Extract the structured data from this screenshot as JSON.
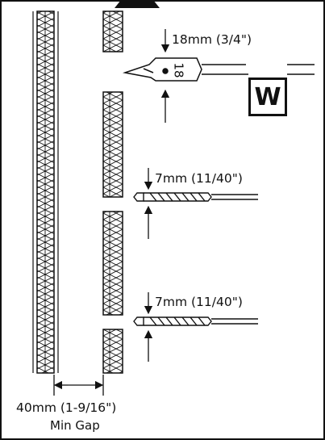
{
  "labels": {
    "spade_bit_size": "18mm (3/4\")",
    "spade_bit_stamp": "18",
    "masonry_bit_1_size": "7mm (11/40\")",
    "masonry_bit_2_size": "7mm (11/40\")",
    "gap_size": "40mm (1-9/16\")",
    "gap_caption": "Min Gap",
    "bit_badge": "W"
  },
  "colors": {
    "line": "#111111",
    "background": "#ffffff"
  },
  "icons": [
    "arrow-down-icon",
    "arrow-up-icon",
    "double-arrow-icon"
  ]
}
